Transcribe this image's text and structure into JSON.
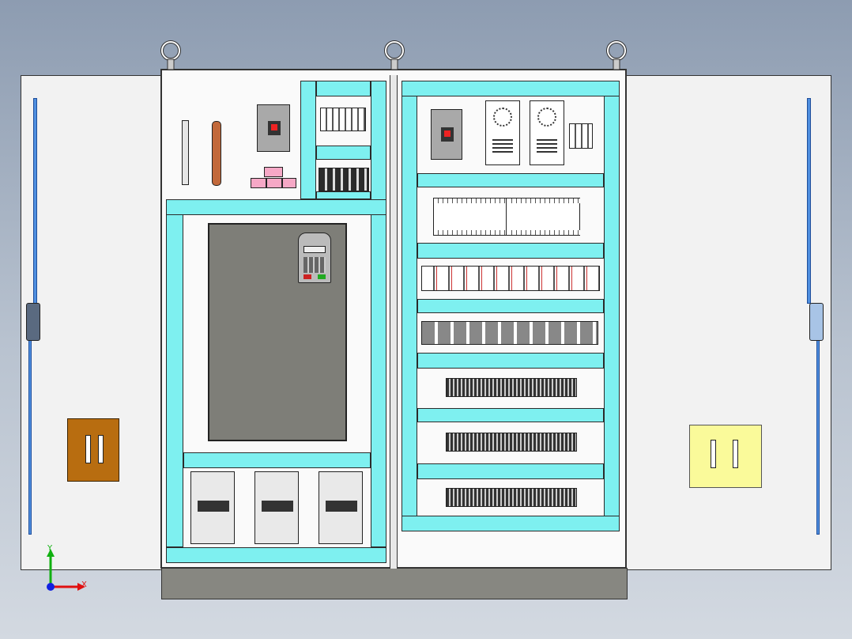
{
  "drawing": {
    "view": "front",
    "colors": {
      "background_top": "#8d9cb1",
      "background_bottom": "#d3d9e1",
      "door": "#f2f2f2",
      "cabinet": "#fafafa",
      "wire_duct": "#7ef0f0",
      "plinth": "#878781",
      "inverter_body": "#7e7e78",
      "door_handle_left": "#b86d10",
      "door_handle_right": "#fafa9a",
      "door_rod": "#4f8fe0"
    }
  },
  "triad": {
    "x_label": "X",
    "y_label": "Y",
    "x_color": "#e01010",
    "y_color": "#10b010",
    "z_color": "#1020e0"
  },
  "left_section": {
    "breaker": {
      "icon": "molded-case-breaker"
    },
    "vfd": {
      "icon": "variable-frequency-drive"
    },
    "contactor_count": 3,
    "fuse_count": 6
  },
  "right_section": {
    "psu_count": 2,
    "plc_modules": 2,
    "relay_count": 12,
    "relay_base_count": 12,
    "terminal_rows": 3
  }
}
